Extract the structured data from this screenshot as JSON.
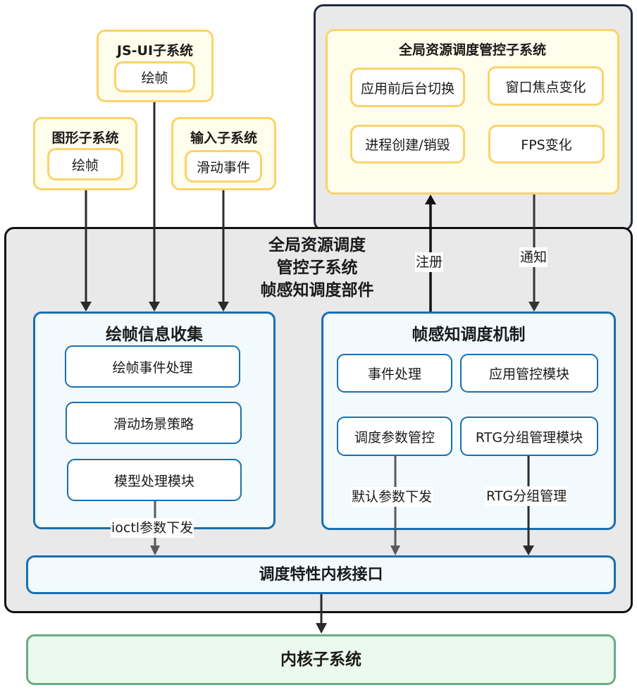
{
  "sources": {
    "jsui": {
      "title": "JS-UI子系统",
      "item": "绘帧"
    },
    "graphics": {
      "title": "图形子系统",
      "item": "绘帧"
    },
    "input": {
      "title": "输入子系统",
      "item": "滑动事件"
    }
  },
  "global_resource": {
    "title": "全局资源调度管控子系统",
    "items": [
      "应用前后台切换",
      "窗口焦点变化",
      "进程创建/销毁",
      "FPS变化"
    ]
  },
  "component": {
    "title_lines": [
      "全局资源调度",
      "管控子系统",
      "帧感知调度部件"
    ],
    "collect": {
      "title": "绘帧信息收集",
      "items": [
        "绘帧事件处理",
        "滑动场景策略",
        "模型处理模块"
      ]
    },
    "mechanism": {
      "title": "帧感知调度机制",
      "items": [
        "事件处理",
        "应用管控模块",
        "调度参数管控",
        "RTG分组管理模块"
      ]
    },
    "kernel_interface": "调度特性内核接口"
  },
  "edge_labels": {
    "register": "注册",
    "notify": "通知",
    "ioctl": "ioctl参数下发",
    "default_params": "默认参数下发",
    "rtg": "RTG分组管理"
  },
  "kernel": {
    "title": "内核子系统"
  },
  "colors": {
    "yellow_border": "#fbd36a",
    "yellow_fill": "#fffdeb",
    "blue_border": "#1a6faf",
    "blue_fill": "#f2fafd",
    "green_border": "#6aab84",
    "green_fill": "#ecf9ef",
    "panel_gray": "#e9e9e9"
  }
}
